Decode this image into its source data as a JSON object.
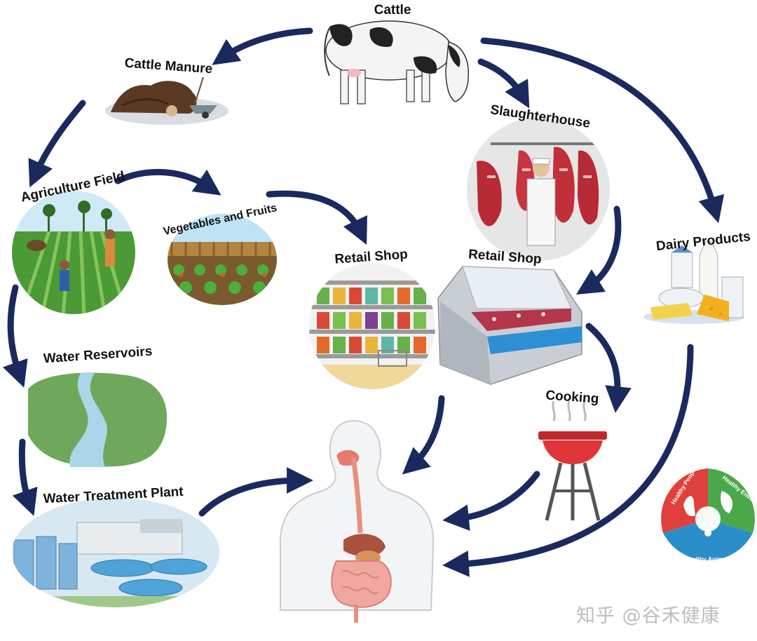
{
  "nodes": {
    "cattle": "Cattle",
    "cattle_manure": "Cattle Manure",
    "agriculture_field": "Agriculture Field",
    "vegetables_fruits": "Vegetables and Fruits",
    "slaughterhouse": "Slaughterhouse",
    "retail_shop_produce": "Retail Shop",
    "retail_shop_meat": "Retail Shop",
    "dairy_products": "Dairy Products",
    "water_reservoirs": "Water Reservoirs",
    "cooking": "Cooking",
    "water_treatment_plant": "Water Treatment Plant"
  },
  "one_health_badge": {
    "people": "Healthy People",
    "environment": "Healthy Environment",
    "animals": "Healthy Animals",
    "colors": {
      "people": "#e0403c",
      "environment": "#4aa84a",
      "animals": "#2b8ec9"
    }
  },
  "watermark": "知乎 @谷禾健康",
  "colors": {
    "arrow": "#1a2a5e"
  },
  "icons": [
    "cow-icon",
    "manure-icon",
    "field-icon",
    "vegetables-icon",
    "slaughterhouse-icon",
    "produce-shop-icon",
    "meat-counter-icon",
    "dairy-icon",
    "river-icon",
    "grill-icon",
    "water-plant-icon",
    "digestive-system-icon",
    "one-health-icon"
  ]
}
